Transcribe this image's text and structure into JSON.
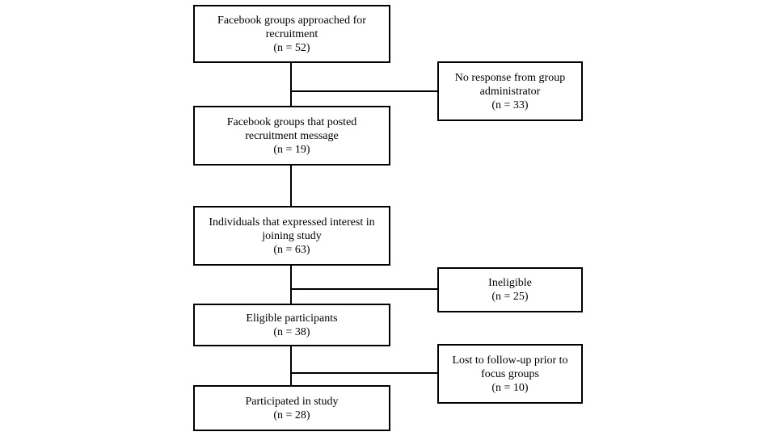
{
  "main_flow": [
    {
      "id": "approached",
      "lines": [
        "Facebook groups approached for",
        "recruitment"
      ],
      "count": "(n = 52)"
    },
    {
      "id": "posted",
      "lines": [
        "Facebook groups that posted",
        "recruitment message"
      ],
      "count": "(n = 19)"
    },
    {
      "id": "interested",
      "lines": [
        "Individuals that expressed interest in",
        "joining study"
      ],
      "count": "(n = 63)"
    },
    {
      "id": "eligible",
      "lines": [
        "Eligible participants"
      ],
      "count": "(n = 38)"
    },
    {
      "id": "participated",
      "lines": [
        "Participated in study"
      ],
      "count": "(n = 28)"
    }
  ],
  "exclusions": [
    {
      "id": "no-response",
      "lines": [
        "No response from group",
        "administrator"
      ],
      "count": "(n = 33)"
    },
    {
      "id": "ineligible",
      "lines": [
        "Ineligible"
      ],
      "count": "(n = 25)"
    },
    {
      "id": "lost",
      "lines": [
        "Lost to follow-up prior to",
        "focus groups"
      ],
      "count": "(n = 10)"
    }
  ]
}
